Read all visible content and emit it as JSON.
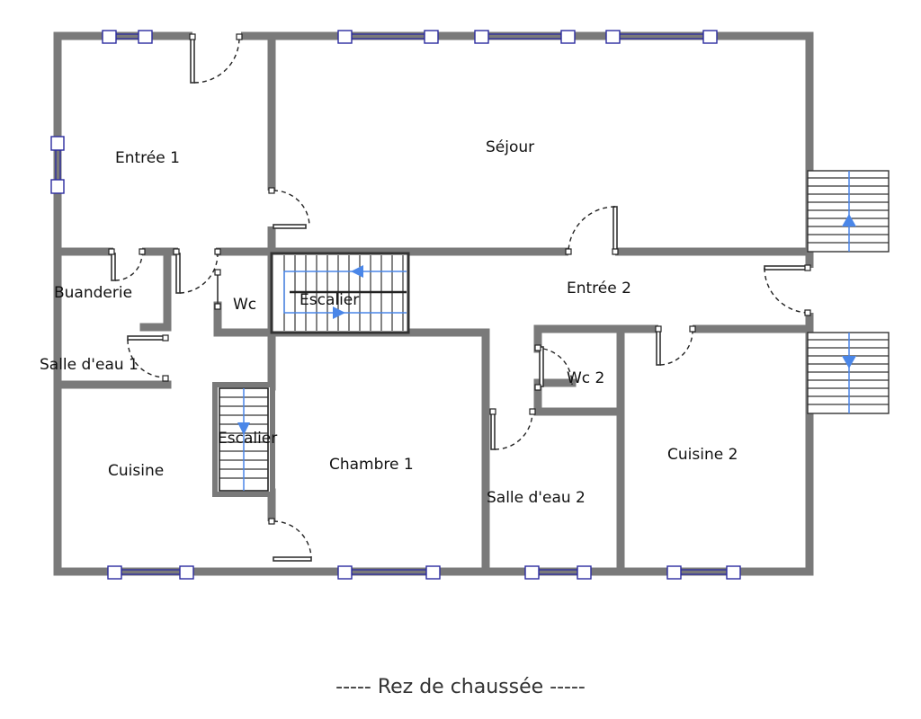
{
  "rooms": [
    {
      "id": "entree-1",
      "label": "Entrée 1"
    },
    {
      "id": "sejour",
      "label": "Séjour"
    },
    {
      "id": "buanderie",
      "label": "Buanderie"
    },
    {
      "id": "wc",
      "label": "Wc"
    },
    {
      "id": "escalier-haut",
      "label": "Escalier"
    },
    {
      "id": "entree-2",
      "label": "Entrée 2"
    },
    {
      "id": "salle-eau-1",
      "label": "Salle d'eau 1"
    },
    {
      "id": "wc-2",
      "label": "Wc 2"
    },
    {
      "id": "escalier-bas",
      "label": "Escalier"
    },
    {
      "id": "cuisine",
      "label": "Cuisine"
    },
    {
      "id": "chambre-1",
      "label": "Chambre 1"
    },
    {
      "id": "cuisine-2",
      "label": "Cuisine 2"
    },
    {
      "id": "salle-eau-2",
      "label": "Salle d'eau 2"
    }
  ],
  "caption": "-----  Rez de chaussée  -----",
  "colors": {
    "wall": "#7a7a7a",
    "window": "#2a2aa0",
    "stair_arrow": "#4a86e8"
  }
}
